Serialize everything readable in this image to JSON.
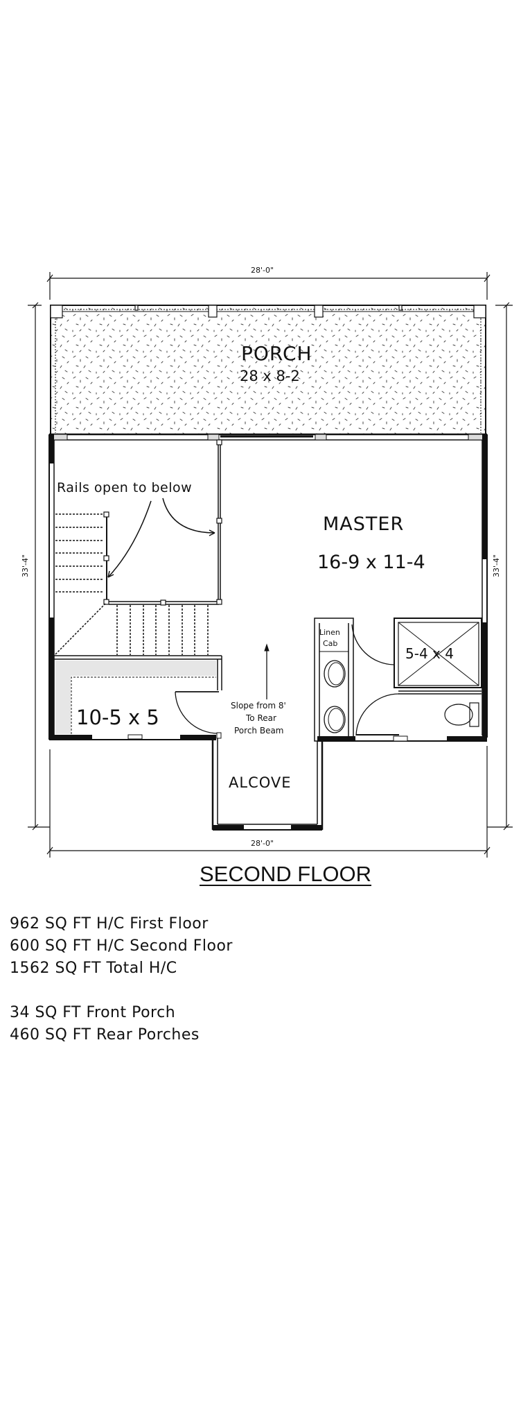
{
  "plan": {
    "title": "SECOND FLOOR",
    "dimensions": {
      "top_width": "28'-0\"",
      "bottom_width": "28'-0\"",
      "left_depth": "33'-4\"",
      "right_depth": "33'-4\""
    },
    "rooms": {
      "porch": {
        "name": "PORCH",
        "size": "28 x 8-2"
      },
      "master": {
        "name": "MASTER",
        "size": "16-9 x 11-4"
      },
      "shower": {
        "size": "5-4 x 4"
      },
      "closet": {
        "size": "10-5 x 5"
      },
      "alcove": {
        "name": "ALCOVE"
      },
      "linen": {
        "line1": "Linen",
        "line2": "Cab"
      }
    },
    "notes": {
      "rails": "Rails open to below",
      "slope_line1": "Slope from 8'",
      "slope_line2": "To Rear",
      "slope_line3": "Porch Beam"
    }
  },
  "area_stats": {
    "heated": [
      "962 SQ FT H/C First Floor",
      "600 SQ FT H/C Second Floor",
      "1562 SQ FT Total H/C"
    ],
    "porches": [
      "34 SQ FT Front Porch",
      "460 SQ FT Rear Porches"
    ]
  }
}
